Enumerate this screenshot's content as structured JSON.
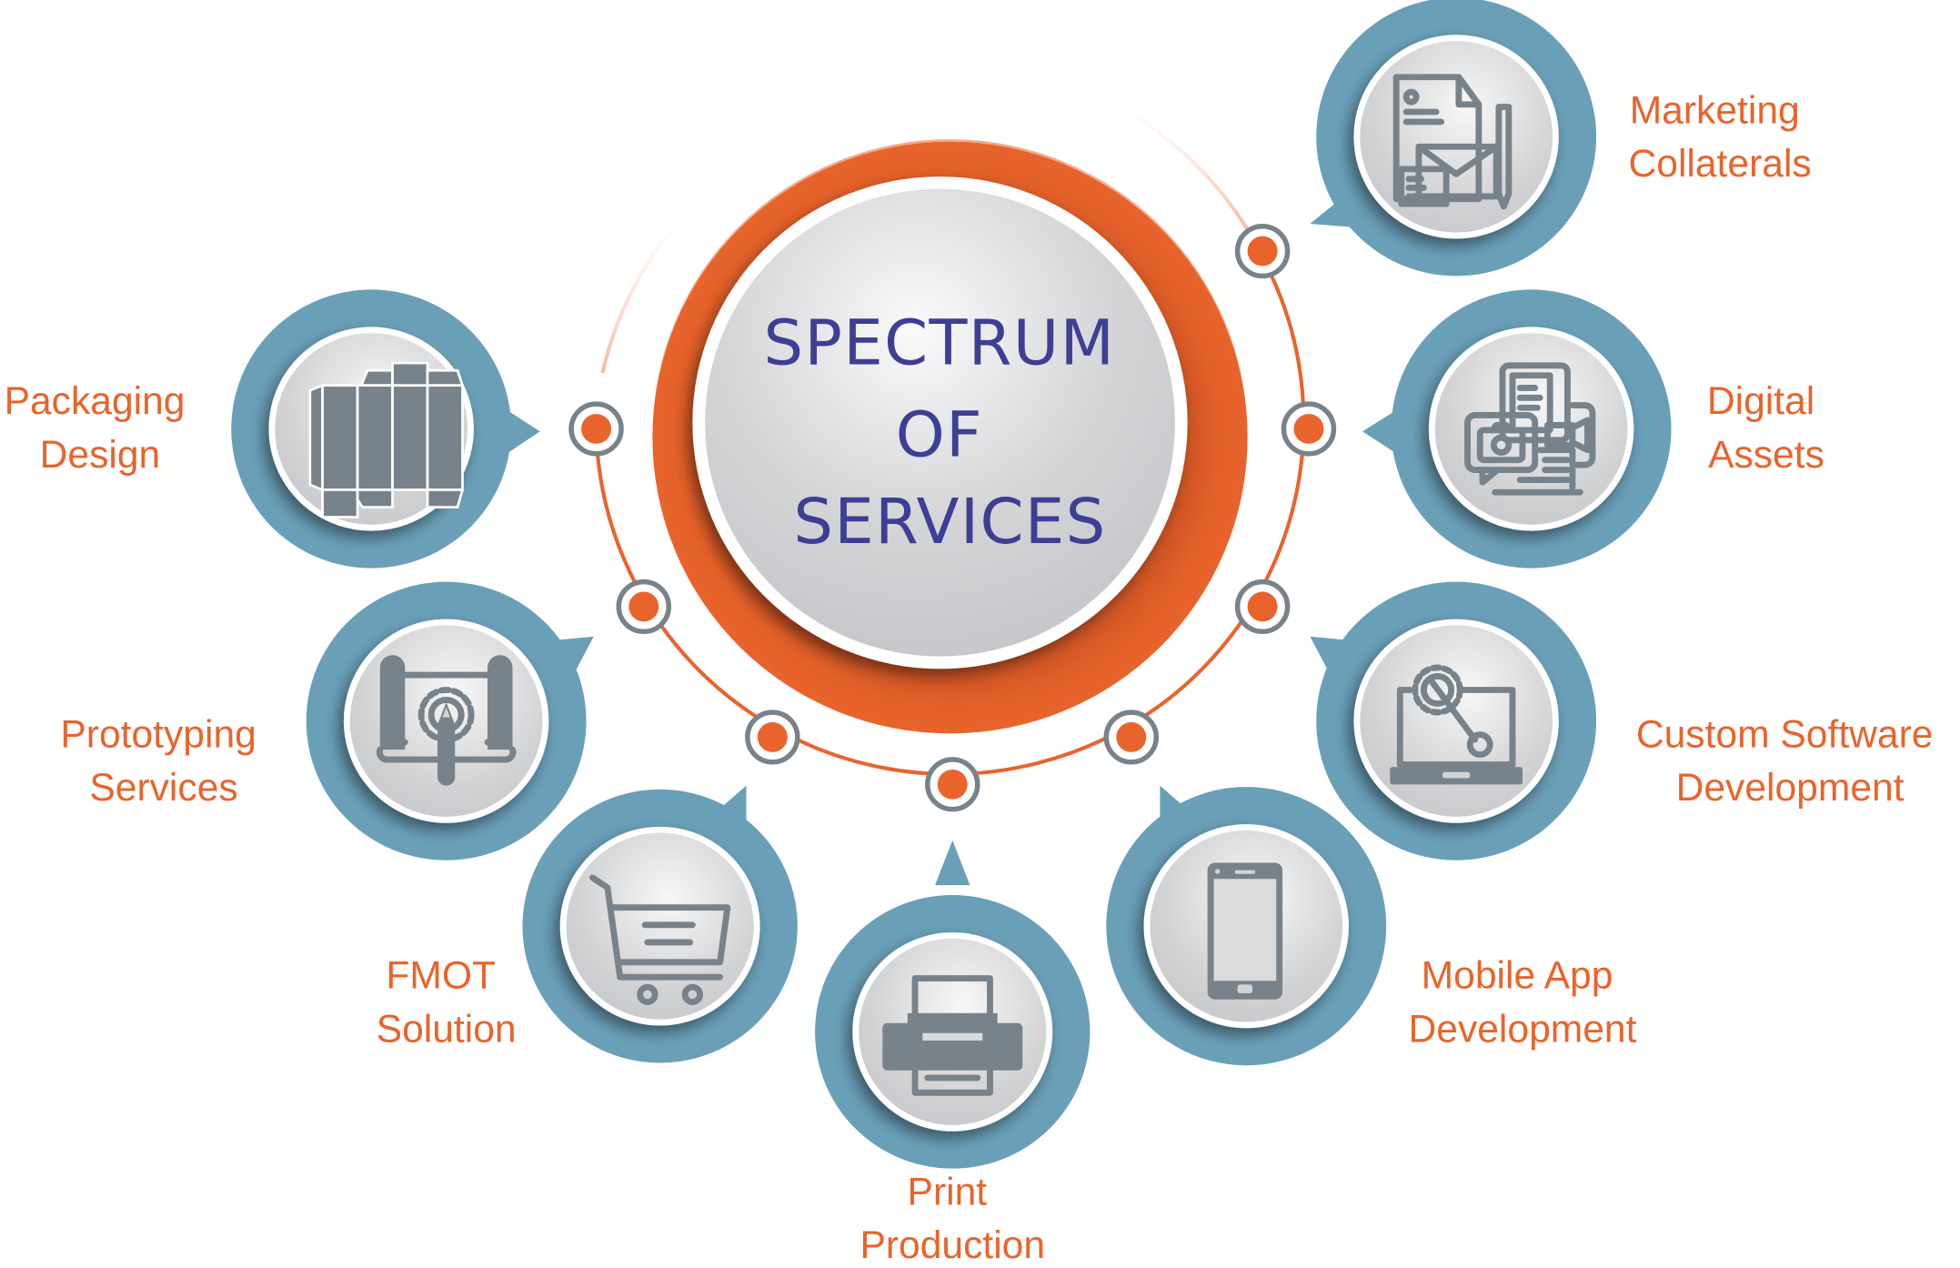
{
  "title": {
    "line1": "SPECTRUM",
    "line2": "OF",
    "line3": "SERVICES"
  },
  "colors": {
    "accent_orange": "#E8642C",
    "bubble_blue": "#6A9FB8",
    "icon_gray": "#78828A",
    "title_indigo": "#3D3F94",
    "disc_gray": "#C9CACC"
  },
  "services": [
    {
      "id": "marketing-collaterals",
      "line1": "Marketing",
      "line2": "Collaterals",
      "icon": "documents-envelope-pencil-icon"
    },
    {
      "id": "digital-assets",
      "line1": "Digital",
      "line2": "Assets",
      "icon": "media-camera-video-icon"
    },
    {
      "id": "custom-software-development",
      "line1": "Custom Software",
      "line2": "Development",
      "icon": "laptop-gear-wrench-icon"
    },
    {
      "id": "mobile-app-development",
      "line1": "Mobile App",
      "line2": "Development",
      "icon": "smartphone-icon"
    },
    {
      "id": "print-production",
      "line1": "Print",
      "line2": "Production",
      "icon": "printer-icon"
    },
    {
      "id": "fmot-solution",
      "line1": "FMOT",
      "line2": "Solution",
      "icon": "shopping-cart-icon"
    },
    {
      "id": "prototyping-services",
      "line1": "Prototyping",
      "line2": "Services",
      "icon": "blueprint-gear-pencil-icon"
    },
    {
      "id": "packaging-design",
      "line1": "Packaging",
      "line2": "Design",
      "icon": "box-dieline-icon"
    }
  ]
}
